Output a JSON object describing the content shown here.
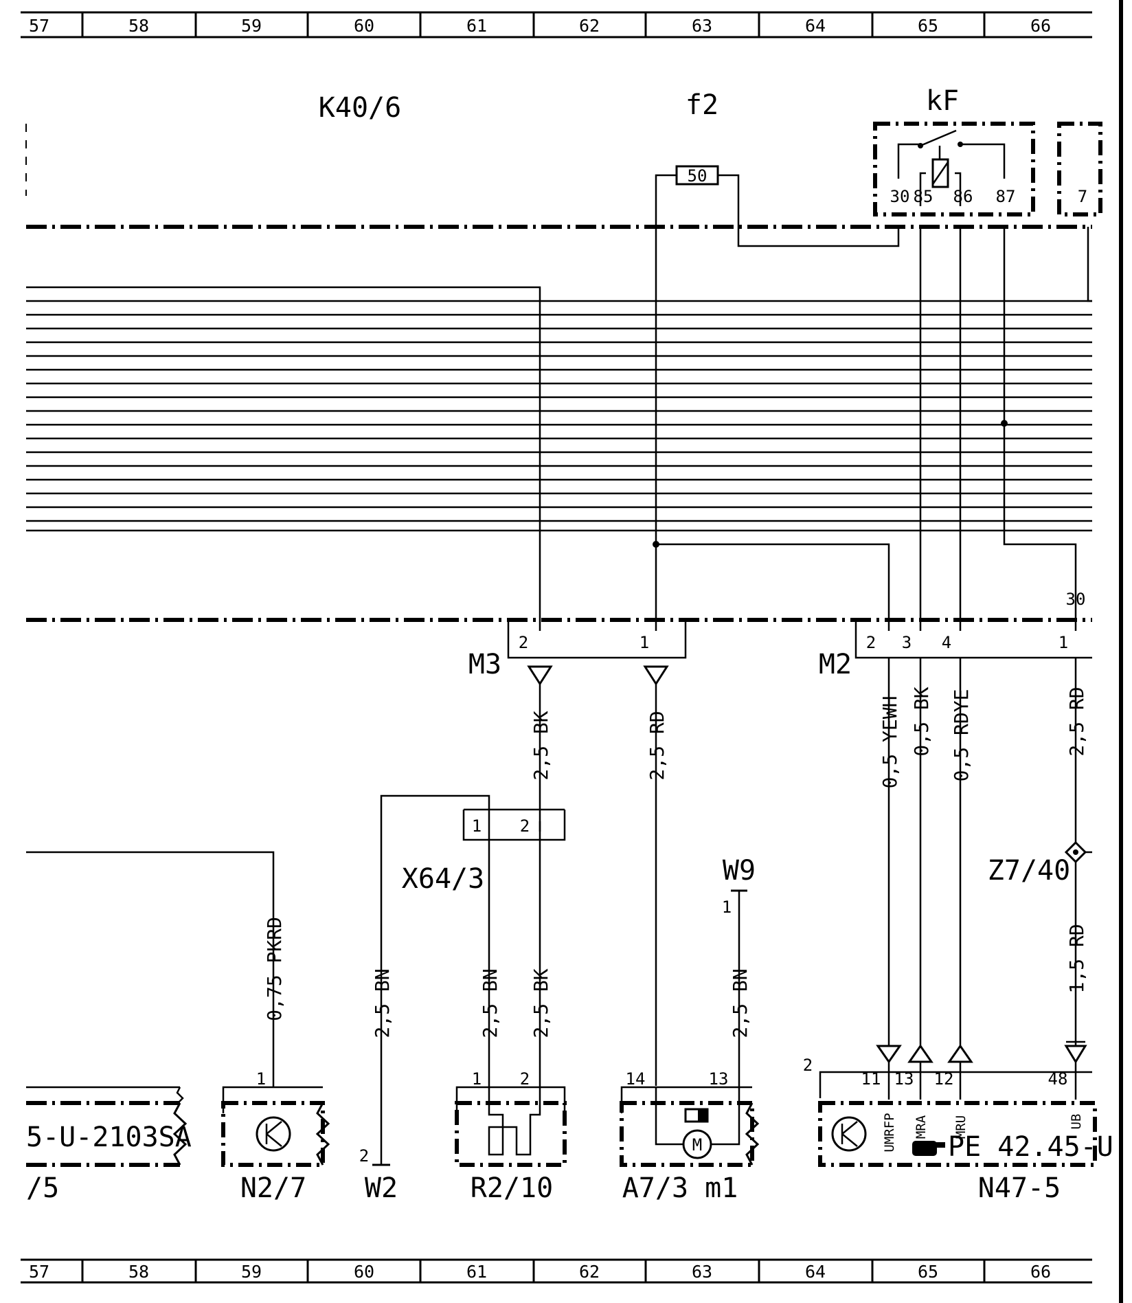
{
  "grid_columns": [
    "57",
    "58",
    "59",
    "60",
    "61",
    "62",
    "63",
    "64",
    "65",
    "66"
  ],
  "components": {
    "k40_6": "K40/6",
    "f2": "f2",
    "kf": "kF",
    "m3": "M3",
    "m2": "M2",
    "x64_3": "X64/3",
    "w9": "W9",
    "z7_40": "Z7/40",
    "w2": "W2",
    "n2_7": "N2/7",
    "r2_10": "R2/10",
    "a7_3": "A7/3 m1",
    "n47_5": "N47-5",
    "left_comp_code": "5-U-2103SA",
    "left_comp_label": "/5",
    "n47_code": "PE 42.45-U",
    "fuse_value": "50"
  },
  "relay_pins": [
    "30",
    "85",
    "86",
    "87",
    "7"
  ],
  "m3_pins": [
    "2",
    "1"
  ],
  "m2_pins": [
    "2",
    "3",
    "4",
    "1"
  ],
  "m2_top_pin": "30",
  "x64_pins": [
    "1",
    "2"
  ],
  "w9_pin": "1",
  "w2_pin": "2",
  "n2_7_pin": "1",
  "r2_10_pins": [
    "1",
    "2"
  ],
  "a7_pins": [
    "14",
    "13"
  ],
  "n47_pins": [
    "11",
    "13",
    "12",
    "48"
  ],
  "n47_corner": "2",
  "n47_pin_labels": [
    "UMRFP",
    "MRA",
    "MRU",
    "UB"
  ],
  "wires": {
    "m3_2": "2,5 BK",
    "m3_1": "2,5 RD",
    "m2_2": "0,5 YEWH",
    "m2_3": "0,5 BK",
    "m2_4": "0,5 RDYE",
    "m2_1": "2,5 RD",
    "n2_7": "0,75 PKRD",
    "w2": "2,5 BN",
    "r2_1": "2,5 BN",
    "r2_2": "2,5 BK",
    "w9": "2,5 BN",
    "ub": "1,5 RD"
  }
}
